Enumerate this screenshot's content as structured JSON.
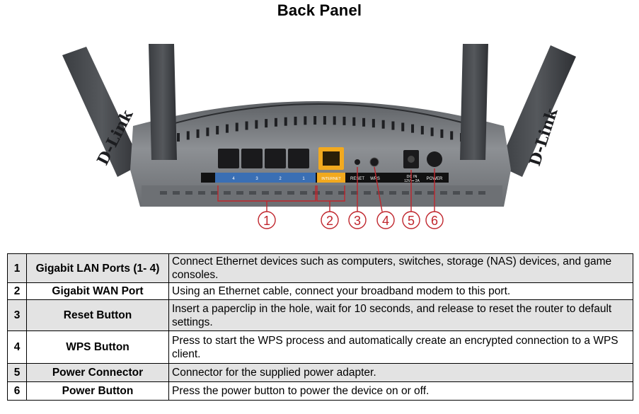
{
  "title": "Back Panel",
  "router": {
    "brand": "D-Link",
    "port_labels": {
      "lan": [
        "4",
        "3",
        "2",
        "1"
      ],
      "internet": "INTERNET",
      "reset": "RESET",
      "wps": "WPS",
      "dc_in": "DC IN",
      "dc_rating": "12V ⎓ 2A",
      "power": "POWER"
    }
  },
  "callouts": [
    "1",
    "2",
    "3",
    "4",
    "5",
    "6"
  ],
  "table": {
    "rows": [
      {
        "num": "1",
        "name": "Gigabit LAN Ports (1- 4)",
        "desc": "Connect Ethernet devices such as computers, switches, storage (NAS) devices, and game consoles."
      },
      {
        "num": "2",
        "name": "Gigabit WAN Port",
        "desc": "Using an Ethernet cable, connect your broadband modem to this port."
      },
      {
        "num": "3",
        "name": "Reset Button",
        "desc": "Insert a paperclip in the hole, wait for 10 seconds, and release to reset the router to default settings."
      },
      {
        "num": "4",
        "name": "WPS Button",
        "desc": "Press to start the WPS process and automatically create an encrypted connection to a WPS client."
      },
      {
        "num": "5",
        "name": "Power Connector",
        "desc": "Connector for the supplied power adapter."
      },
      {
        "num": "6",
        "name": "Power Button",
        "desc": "Press the power button to power the device on or off."
      }
    ]
  },
  "colors": {
    "lan_strip": "#3a6fb4",
    "internet_strip": "#f2a91e",
    "callout": "#c0262d",
    "shaded_row": "#e3e3e3"
  }
}
